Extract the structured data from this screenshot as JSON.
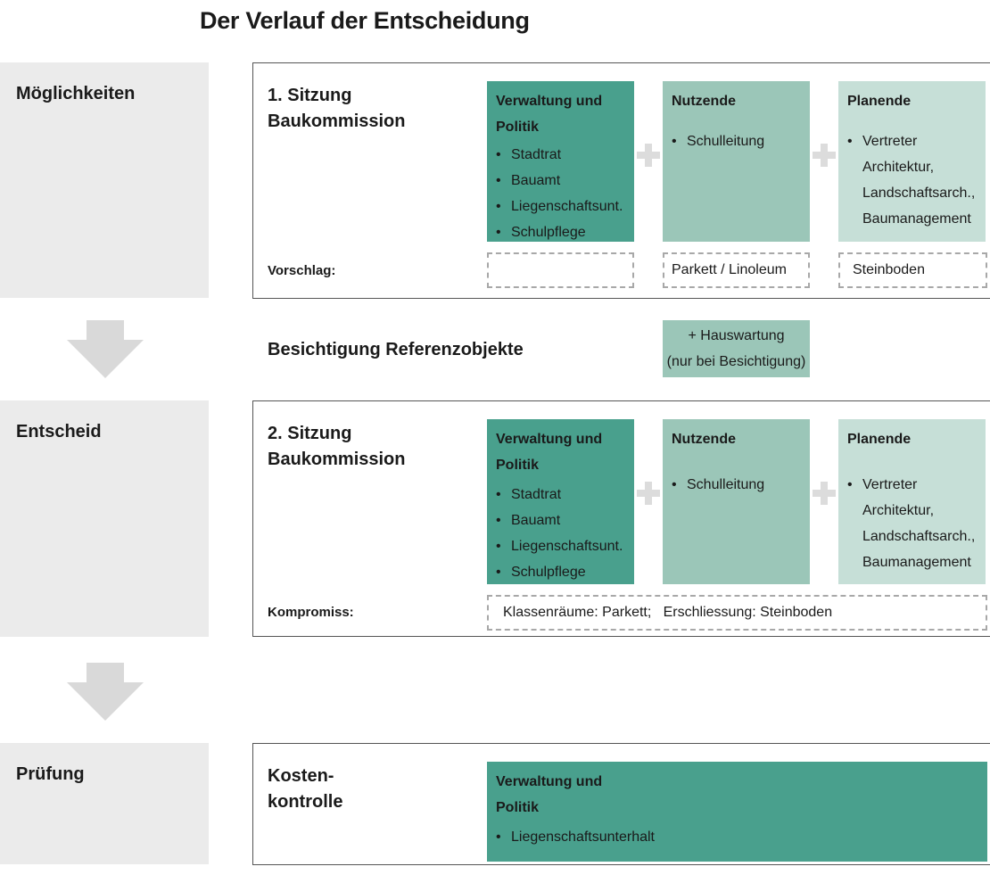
{
  "title": "Der Verlauf der Entscheidung",
  "phases": [
    "Möglichkeiten",
    "Entscheid",
    "Prüfung"
  ],
  "session1": {
    "title_line1": "1. Sitzung",
    "title_line2": "Baukommission",
    "groups": {
      "verwaltung": {
        "head_line1": "Verwaltung und",
        "head_line2": "Politik",
        "items": [
          "Stadtrat",
          "Bauamt",
          "Liegenschaftsunt.",
          "Schulpflege"
        ]
      },
      "nutzende": {
        "head": "Nutzende",
        "items": [
          "Schulleitung"
        ]
      },
      "planende": {
        "head": "Planende",
        "items": [
          "Vertreter",
          "Architektur,",
          "Landschaftsarch.,",
          "Baumanagement"
        ]
      }
    },
    "row_label": "Vorschlag:",
    "proposals": [
      "",
      "Parkett / Linoleum",
      "Steinboden"
    ]
  },
  "visit": {
    "label": "Besichtigung Referenzobjekte",
    "box_line1": "+ Hauswartung",
    "box_line2": "(nur bei Besichtigung)"
  },
  "session2": {
    "title_line1": "2. Sitzung",
    "title_line2": "Baukommission",
    "groups": {
      "verwaltung": {
        "head_line1": "Verwaltung und",
        "head_line2": "Politik",
        "items": [
          "Stadtrat",
          "Bauamt",
          "Liegenschaftsunt.",
          "Schulpflege"
        ]
      },
      "nutzende": {
        "head": "Nutzende",
        "items": [
          "Schulleitung"
        ]
      },
      "planende": {
        "head": "Planende",
        "items": [
          "Vertreter",
          "Architektur,",
          "Landschaftsarch.,",
          "Baumanagement"
        ]
      }
    },
    "row_label": "Kompromiss:",
    "compromise": "Klassenräume: Parkett;   Erschliessung: Steinboden"
  },
  "session3": {
    "title_line1": "Kosten-",
    "title_line2": "kontrolle",
    "group": {
      "head_line1": "Verwaltung und",
      "head_line2": "Politik",
      "items": [
        "Liegenschaftsunterhalt"
      ]
    }
  },
  "colors": {
    "dark": "#49a08d",
    "mid": "#9bc6b8",
    "light": "#c6dfd7",
    "phase_bg": "#ebebeb",
    "arrow": "#d9d9d9"
  }
}
